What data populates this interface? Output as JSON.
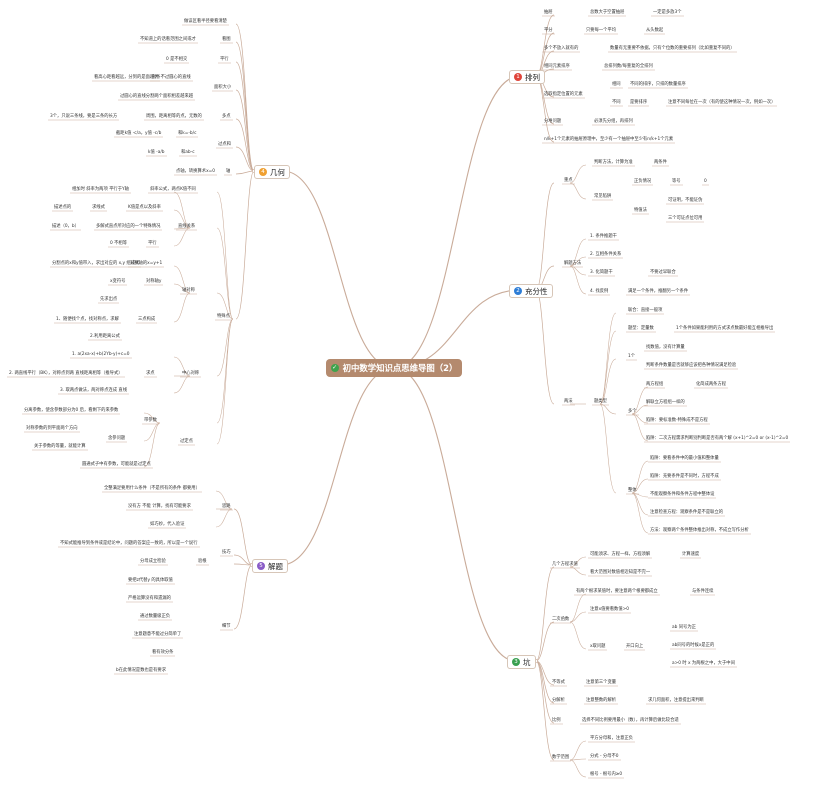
{
  "root": {
    "title": "初中数学知识点思维导图（2）",
    "icon": "check-circle-icon",
    "color": "#b48a6e"
  },
  "branches": {
    "geometry": {
      "num": "4",
      "label": "几何",
      "color": "#f0a030"
    },
    "sorting": {
      "num": "1",
      "label": "排列",
      "color": "#e0443a"
    },
    "sufficiency": {
      "num": "2",
      "label": "充分性",
      "color": "#2e7dd6"
    },
    "solving": {
      "num": "5",
      "label": "解题",
      "color": "#8a5cc8"
    },
    "pitfalls": {
      "num": "3",
      "label": "坑",
      "color": "#3aa050"
    }
  },
  "geometry": {
    "n1": "做误区看半径要看清楚",
    "n2": "不知道上的话看范围之间或才",
    "n2b": "看图",
    "a1": "平行",
    "a1b": "0 是不相交",
    "a2": "面积大小",
    "a2a": "看高心距看越远，分到的是面越大",
    "a2b": "同条不过圆心的直线",
    "a2c": "过圆心的直线分割两个面积相差越来越",
    "a3": "多点",
    "a3a": "3个，只说三条线，要是三条的长方",
    "a3b": "周围，距离相等的点，无数的",
    "a4": "过点和",
    "a4a": "截距k值 -c/a，y值 -c/b",
    "a4b": "和k=-b/c",
    "a4c": "k值 -a/b",
    "a4d": "和ab-c",
    "a5": "轴",
    "a5a": "点轴，转换算术x=0",
    "b0": "特殊点",
    "b1": "直线关系",
    "b1a": "斜率公式，两点K值不同",
    "b1b": "相加时 斜率为两项 平行于Y轴",
    "b1c": "K值是点以及斜率",
    "b1d": "求线式",
    "b1e": "描述点的",
    "b1f": "多解式直点所对应的一个特殊情况",
    "b1g": "描述（0，b）",
    "b1h": "平行",
    "b1i": "0 不相等",
    "b2": "轴对称",
    "b2a": "对称轴的x=y+1",
    "b2b": "分割点的x和y值带入，求出对应的 x,y 组成式",
    "b2c": "对称轴y",
    "b2d": "x变符号",
    "b2e": "三点构成",
    "b2f": "先求出点",
    "b2g": "1、随便找个点，找对称点，求解",
    "b2h": "2.利用距离公式",
    "b3": "中心对称",
    "b3a": "求点",
    "b3b": "1. a(2xa-x)+b(2Yb-y)+c=0",
    "b3c": "2. 两直线平行（BK），对称点到两 直线距离相等（推导式）",
    "b3d": "3. 取两点做法，两对称点连成 直线",
    "b4": "带参数",
    "b4a": "分离参数，使含参数部分为0 后，看剩下的来参数",
    "b4b": "含参问题",
    "b4c": "对称参数的到平面两个方向",
    "b4d": "关于参数的等量，就能计算",
    "b4e": "圆通式子中有参数，可能就是过定点",
    "b4f": "过定点"
  },
  "sorting": {
    "s1": "抽屉",
    "s1a": "总数大于空置抽屉",
    "s1b": "一定是多放3个",
    "s2": "平分",
    "s2a": "只要每一个平均",
    "s2b": "从头数起",
    "s3": "多个不放入就有的",
    "s3a": "数量有无重要不依据，只有个位数的重要排列（比如重复不同的）",
    "s4": "相同元素排序",
    "s4a": "总排列数/每重复的全排列",
    "s5": "选取指定位置的元素",
    "s5a": "相同",
    "s5b": "不同的排序，只排的数量排序",
    "s5c": "不同",
    "s5d": "是要排序",
    "s5e": "注意不同每位在一次（有的使这种情况一次，例如一次）",
    "s6": "分堆问题",
    "s6a": "必须先分组，再排列",
    "s7": "n/k+1个元素的抽屉原理中，至少有一个抽屉中至少有n/k+1个元素"
  },
  "sufficiency": {
    "c1": "重点",
    "c1a": "判断方法，计算为准",
    "c1b": "两条件",
    "c1c": "常见陷阱",
    "c1d": "正负情况",
    "c1e": "等号",
    "c1f": "0",
    "c1g": "特值法",
    "c1h": "可证明，不能证伪",
    "c1i": "三个可证点位可用",
    "d1": "解题方法",
    "d1a": "1. 条件推题干",
    "d1b": "2. 互相条件关系",
    "d1c": "3. 化简题干",
    "d1d": "不要过早联合",
    "d1e": "4. 找反例",
    "d1f": "满足一个条件，推翻另一个条件",
    "e1": "两法",
    "e1a": "题类型",
    "e1b": "联合：直接一般项",
    "e1c": "题型：定量数",
    "e1d": "1个条件如果能利用的方式求点数最好能互相推导出",
    "e1e": "1个",
    "e1f": "找数值，没有计算量",
    "e1g": "判断条件数量是否就够应该把各种情况满足检验",
    "e1h": "多个",
    "e1i": "两方程组",
    "e1j": "化简成两条方程",
    "e1k": "解联立方程组一样的",
    "e1l": "陷阱：要标准数-特殊成不是方程",
    "e1m": "陷阱：二次方程需求判断别判断是否有两个解 (x+1)^2=0 or (x-1)^2=0",
    "e1n": "整体",
    "e1o": "陷阱：要看条件中的最小值和整体量",
    "e1p": "陷阱：充要条件是不同时，方程不成",
    "e1q": "不能观察条件和条件方程中整体设",
    "e1r": "注意检查方程：观察条件是不是联立的",
    "e1s": "方法：观察两个条件整体推出对称，不成立写作分析"
  },
  "solving": {
    "f1": "思路",
    "f1a": "全整满足要用什么条件（不是所有的条件 都要用）",
    "f1b": "没有方 不能 计算，找有可能要求",
    "f1c": "如巧妙，代入验证",
    "f2": "技巧",
    "f2a": "不知式能推导到条件或是结论中，问题的答案应一致的，所以是一个说行",
    "f3": "验根",
    "f3a": "分母成立检验",
    "f4": "细节",
    "f4a": "要把z代替y 的具体取值",
    "f4b": "严格运算没有和遗漏的",
    "f4c": "通过数量级正负",
    "f4d": "注意题意不能过分简单了",
    "f4e": "看有效分条",
    "f4f": "b在此情况是数也是有要求"
  },
  "pitfalls": {
    "g1": "几个方程求值",
    "g1a": "可能须求、方程一样，方程须解",
    "g1b": "计算速度",
    "g1c": "看大范围对数值相近知是不完一",
    "g2": "二次函数",
    "g2a": "有两个根求某值时，要注意两个根要都成立",
    "g2b": "与条件连续",
    "g2c": "注意x值要看数值>0",
    "g2d": "x取问题",
    "g2e": "开口向上",
    "g2f": "ab 同号为正",
    "g2g": "ab同号的时候x是正的",
    "g2h": "a>0 时 x 为两根之中，大于中间",
    "g3": "不等式",
    "g3a": "注意第三个变量",
    "g4": "分解析",
    "g4a": "注意整数的解析",
    "g4b": "求几何面积，注意提出来判断",
    "g5": "比例",
    "g5a": "选择不同比例要用最小（数），再计算后做比较合适",
    "g6": "数学范围",
    "g6a": "平方分母和，注意正负",
    "g6b": "分式 - 分母不0",
    "g6c": "根号 - 根号内≥0"
  }
}
